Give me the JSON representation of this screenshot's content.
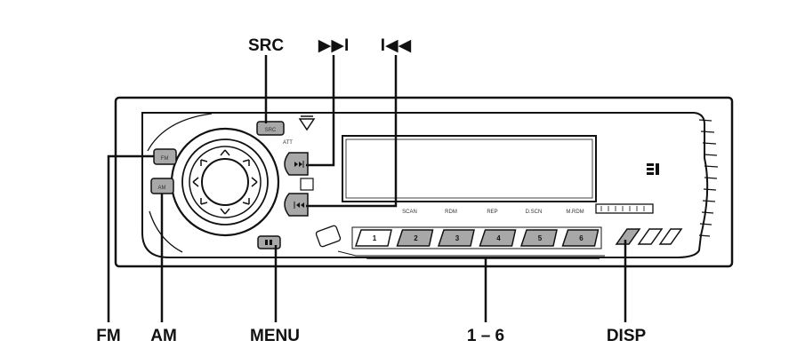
{
  "callouts": {
    "src": "SRC",
    "next": "▶▶I",
    "prev": "I◀◀",
    "fm": "FM",
    "am": "AM",
    "menu": "MENU",
    "presets": "1 – 6",
    "disp": "DISP"
  },
  "panel": {
    "button_src": "SRC",
    "button_fm": "FM",
    "button_am": "AM",
    "att_label": "ATT",
    "function_labels": [
      "SCAN",
      "RDM",
      "REP",
      "D.SCN",
      "M.RDM"
    ],
    "presets": [
      "1",
      "2",
      "3",
      "4",
      "5",
      "6"
    ]
  },
  "colors": {
    "ink": "#111111",
    "panel_fill": "#ffffff",
    "button_fill": "#a8a8a8",
    "display_fill": "#ffffff"
  }
}
